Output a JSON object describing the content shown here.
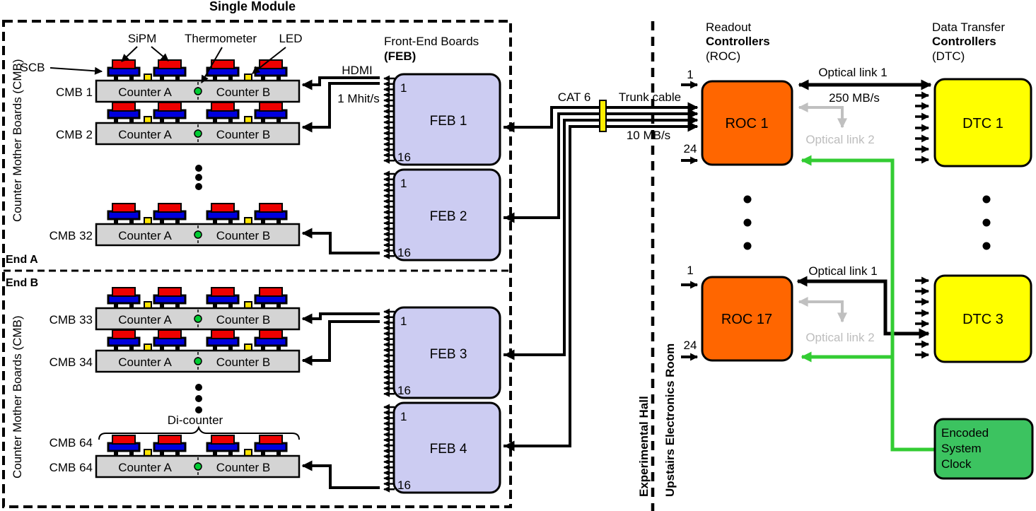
{
  "title": "Single Module",
  "module": {
    "side_label_a": "Counter Mother Boards (CMB)",
    "side_label_b": "Counter Mother Boards (CMB)",
    "end_a": "End A",
    "end_b": "End B",
    "annotations": {
      "scb": "SCB",
      "sipm": "SiPM",
      "thermometer": "Thermometer",
      "led": "LED",
      "di_counter": "Di-counter"
    },
    "di_counter_row_label": "CMB 64",
    "rows": [
      {
        "label": "CMB  1",
        "counter_a": "Counter A",
        "counter_b": "Counter B"
      },
      {
        "label": "CMB 2",
        "counter_a": "Counter A",
        "counter_b": "Counter B"
      },
      {
        "label": "CMB 32",
        "counter_a": "Counter A",
        "counter_b": "Counter B"
      },
      {
        "label": "CMB 33",
        "counter_a": "Counter A",
        "counter_b": "Counter B"
      },
      {
        "label": "CMB 34",
        "counter_a": "Counter A",
        "counter_b": "Counter B"
      },
      {
        "label": "CMB 64",
        "counter_a": "Counter A",
        "counter_b": "Counter B"
      }
    ]
  },
  "feb": {
    "heading1": "Front-End Boards",
    "heading2": "(FEB)",
    "hdmi": "HDMI",
    "rate": "1 Mhit/s",
    "boards": [
      {
        "name": "FEB 1",
        "pin_top": "1",
        "pin_bottom": "16"
      },
      {
        "name": "FEB 2",
        "pin_top": "1",
        "pin_bottom": "16"
      },
      {
        "name": "FEB 3",
        "pin_top": "1",
        "pin_bottom": "16"
      },
      {
        "name": "FEB 4",
        "pin_top": "1",
        "pin_bottom": "16"
      }
    ]
  },
  "trunk": {
    "cat6": "CAT 6",
    "cable": "Trunk cable",
    "rate": "10 MB/s"
  },
  "rooms": {
    "left": "Experimental Hall",
    "right": "Upstairs Electronics Room"
  },
  "roc": {
    "heading1": "Readout",
    "heading2": "Controllers",
    "heading3": "(ROC)",
    "boards": [
      {
        "name": "ROC 1",
        "port_top": "1",
        "port_bottom": "24"
      },
      {
        "name": "ROC 17",
        "port_top": "1",
        "port_bottom": "24"
      }
    ]
  },
  "links": {
    "a_optical1": "Optical link 1",
    "a_rate": "250 MB/s",
    "a_optical2": "Optical link 2",
    "b_optical1": "Optical link 1",
    "b_optical2": "Optical link 2"
  },
  "dtc": {
    "heading1": "Data Transfer",
    "heading2": "Controllers",
    "heading3": "(DTC)",
    "boards": [
      {
        "name": "DTC 1"
      },
      {
        "name": "DTC 3"
      }
    ]
  },
  "clock": {
    "line1": "Encoded",
    "line2": "System",
    "line3": "Clock"
  },
  "colors": {
    "feb_fill": "#ccccf2",
    "roc_fill": "#ff6600",
    "dtc_fill": "#ffff00",
    "clock_fill": "#3cc360",
    "clock_line_green": "#33cc33",
    "optical2_gray": "#c0c0c0",
    "cmb_fill": "#d4d4d4",
    "sipm_red": "#ee0000",
    "sipm_blue": "#0000dd",
    "led_yellow": "#ffe500",
    "thermometer_green": "#00cc33",
    "cat6_marker_yellow": "#ffee00"
  }
}
